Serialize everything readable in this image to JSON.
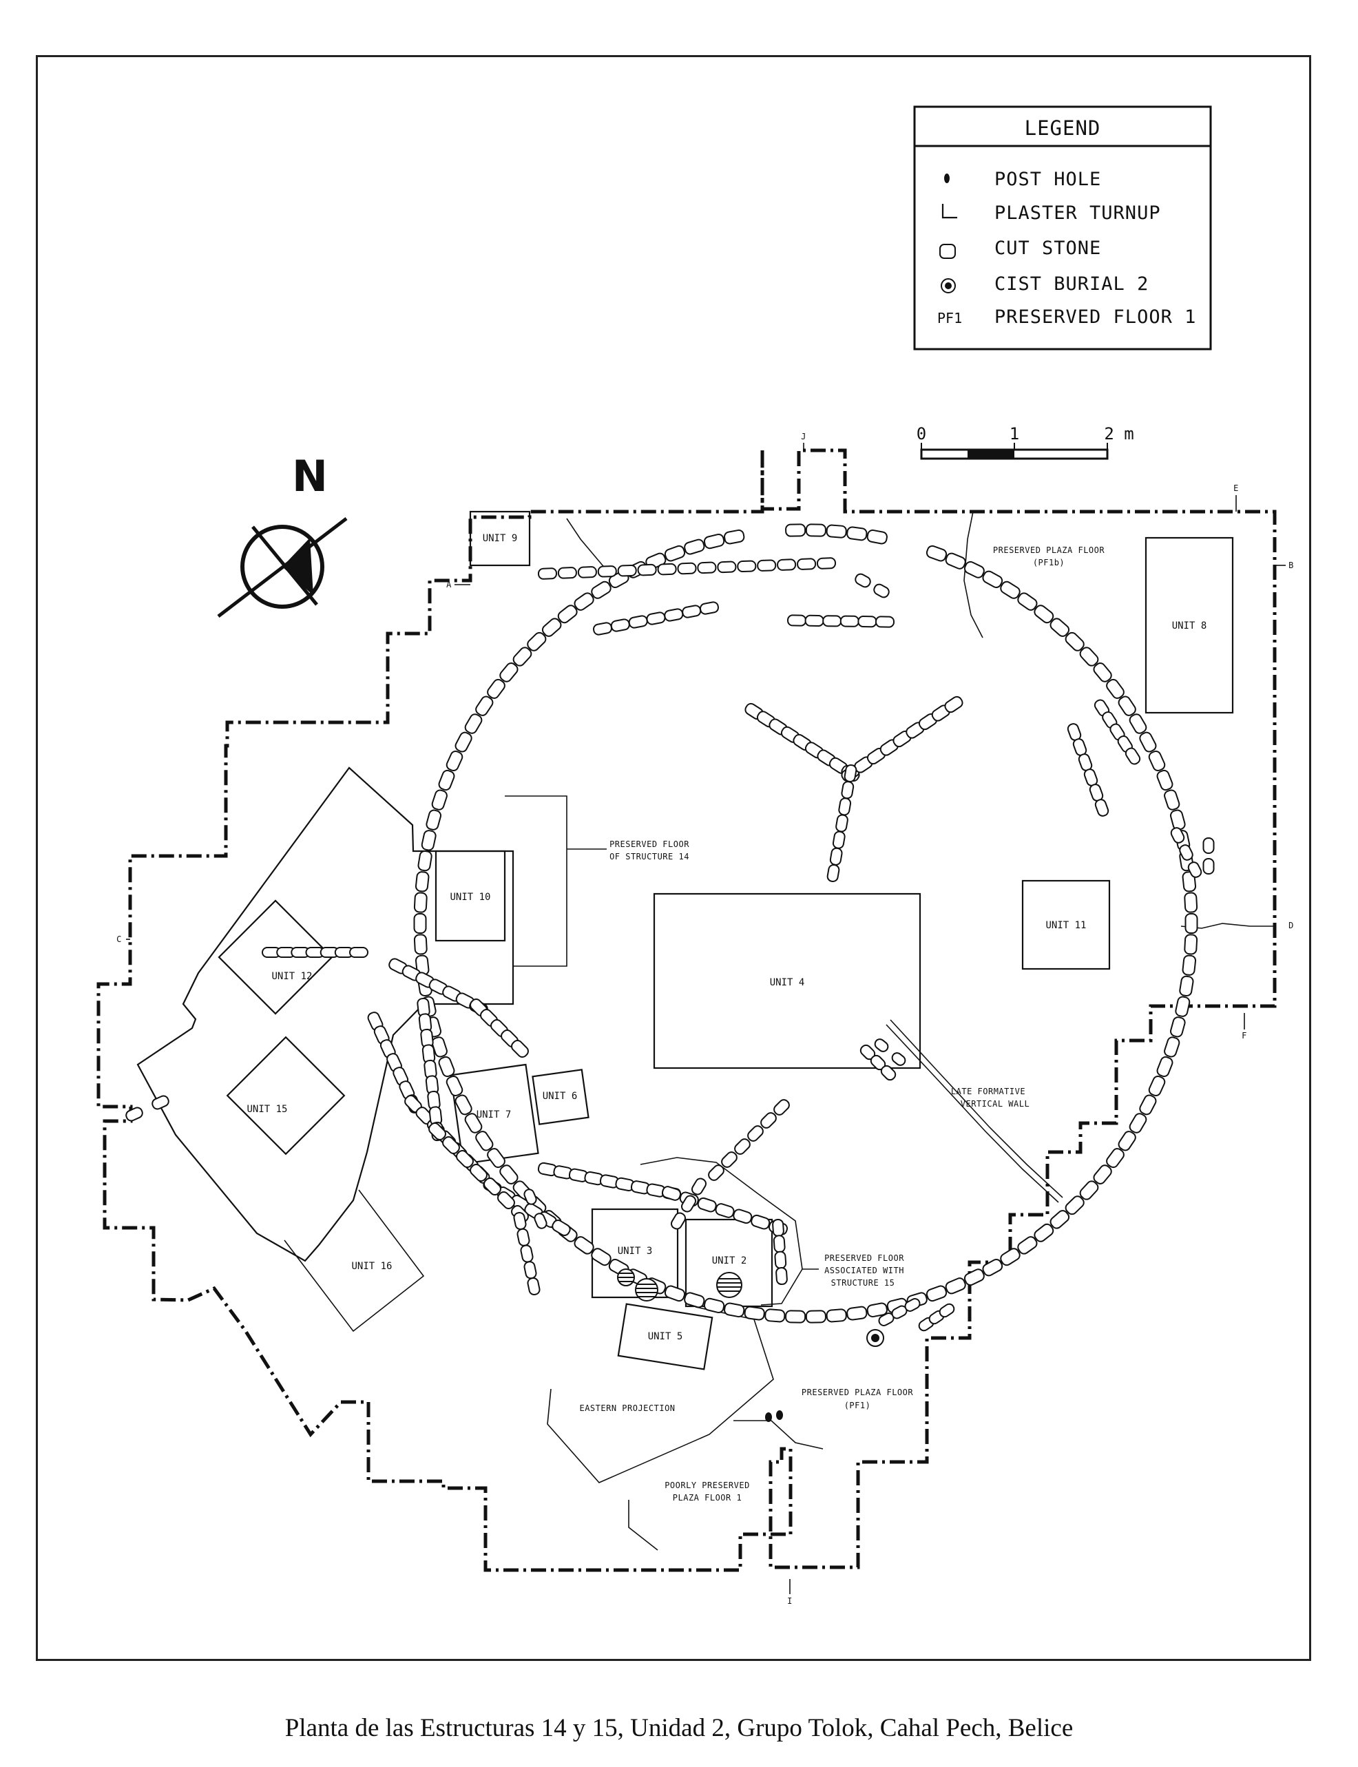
{
  "legend": {
    "title": "LEGEND",
    "items": [
      {
        "symbol": "post-hole",
        "label": "POST HOLE"
      },
      {
        "symbol": "plaster-turnup",
        "label": "PLASTER TURNUP"
      },
      {
        "symbol": "cut-stone",
        "label": "CUT STONE"
      },
      {
        "symbol": "cist-burial",
        "label": "CIST BURIAL 2"
      },
      {
        "symbol": "PF1",
        "label": "PRESERVED FLOOR 1"
      }
    ]
  },
  "north_arrow": {
    "label": "N"
  },
  "scale_bar": {
    "ticks": [
      "0",
      "1",
      "2 m"
    ]
  },
  "section_markers": {
    "j": "J",
    "e": "E",
    "b": "B",
    "a": "A",
    "c": "C",
    "d": "D",
    "f": "F",
    "i": "I"
  },
  "units": {
    "u9": "UNIT 9",
    "u8": "UNIT 8",
    "u10": "UNIT 10",
    "u4": "UNIT 4",
    "u11": "UNIT 11",
    "u12": "UNIT 12",
    "u7": "UNIT 7",
    "u6": "UNIT 6",
    "u15": "UNIT 15",
    "u16": "UNIT 16",
    "u3": "UNIT 3",
    "u2": "UNIT 2",
    "u5": "UNIT 5"
  },
  "annotations": {
    "plaza_pf1b_1": "PRESERVED PLAZA FLOOR",
    "plaza_pf1b_2": "(PF1b)",
    "floor14_1": "PRESERVED FLOOR",
    "floor14_2": "OF STRUCTURE 14",
    "late_formative_1": "LATE FORMATIVE",
    "late_formative_2": "VERTICAL WALL",
    "floor15_1": "PRESERVED FLOOR",
    "floor15_2": "ASSOCIATED WITH",
    "floor15_3": "STRUCTURE 15",
    "eastern_projection": "EASTERN PROJECTION",
    "plaza_pf1_1": "PRESERVED PLAZA FLOOR",
    "plaza_pf1_2": "(PF1)",
    "poorly_1": "POORLY PRESERVED",
    "poorly_2": "PLAZA FLOOR 1"
  },
  "caption": "Planta de las Estructuras 14 y 15, Unidad 2, Grupo Tolok, Cahal Pech, Belice"
}
